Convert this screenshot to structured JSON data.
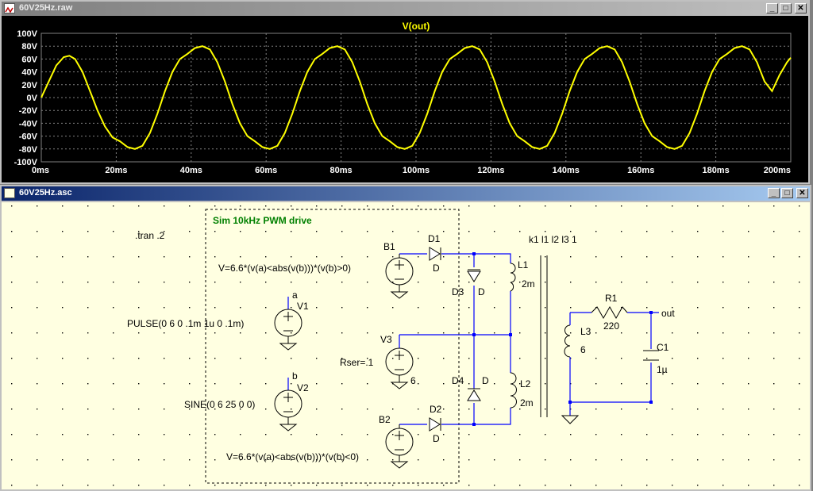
{
  "colors": {
    "trace": "#ffff00",
    "plot_bg": "#000000",
    "axis_text": "#ffffff",
    "schematic_bg": "#ffffe1",
    "wire": "#0000ff",
    "component": "#000000",
    "comment": "#008000"
  },
  "plot_window": {
    "title": "60V25Hz.raw",
    "buttons": {
      "minimize": "_",
      "maximize": "□",
      "close": "✕"
    },
    "trace_label": "V(out)",
    "y_ticks": [
      "100V",
      "80V",
      "60V",
      "40V",
      "20V",
      "0V",
      "-20V",
      "-40V",
      "-60V",
      "-80V",
      "-100V"
    ],
    "x_ticks": [
      "0ms",
      "20ms",
      "40ms",
      "60ms",
      "80ms",
      "100ms",
      "120ms",
      "140ms",
      "160ms",
      "180ms",
      "200ms"
    ]
  },
  "chart_data": {
    "type": "line",
    "ylim": [
      -100,
      100
    ],
    "xlim": [
      0,
      200
    ],
    "grid": true,
    "series": [
      {
        "name": "V(out)",
        "x": [
          0,
          2,
          4,
          6,
          7.5,
          9,
          11,
          13,
          15,
          17,
          19,
          21,
          23,
          25,
          27,
          29,
          31,
          33,
          35,
          37,
          39,
          41,
          43,
          45,
          47,
          49,
          51,
          53,
          55,
          57,
          59,
          61,
          63,
          65,
          67,
          69,
          71,
          73,
          75,
          77,
          79,
          81,
          83,
          85,
          87,
          89,
          91,
          93,
          95,
          97,
          99,
          101,
          103,
          105,
          107,
          109,
          111,
          113,
          115,
          117,
          119,
          121,
          123,
          125,
          127,
          129,
          131,
          133,
          135,
          137,
          139,
          141,
          143,
          145,
          147,
          149,
          151,
          153,
          155,
          157,
          159,
          161,
          163,
          165,
          167,
          169,
          171,
          173,
          175,
          177,
          179,
          181,
          183,
          185,
          187,
          189,
          191,
          193,
          195,
          197,
          199,
          200
        ],
        "y": [
          0,
          25,
          50,
          63,
          65,
          60,
          40,
          10,
          -20,
          -45,
          -62,
          -68,
          -77,
          -80,
          -75,
          -55,
          -25,
          10,
          40,
          60,
          68,
          77,
          80,
          75,
          55,
          25,
          -10,
          -40,
          -60,
          -68,
          -77,
          -80,
          -75,
          -55,
          -25,
          10,
          40,
          60,
          68,
          77,
          80,
          75,
          55,
          25,
          -10,
          -40,
          -60,
          -68,
          -77,
          -80,
          -75,
          -55,
          -25,
          10,
          40,
          60,
          68,
          77,
          80,
          75,
          55,
          25,
          -10,
          -40,
          -60,
          -68,
          -77,
          -80,
          -75,
          -55,
          -25,
          10,
          40,
          60,
          68,
          77,
          80,
          75,
          55,
          25,
          -10,
          -40,
          -60,
          -68,
          -77,
          -80,
          -75,
          -55,
          -25,
          10,
          40,
          60,
          68,
          77,
          80,
          75,
          55,
          25,
          10,
          35,
          55,
          62
        ]
      }
    ]
  },
  "schematic_window": {
    "title": "60V25Hz.asc",
    "buttons": {
      "minimize": "_",
      "maximize": "□",
      "close": "✕"
    },
    "comment": "Sim 10kHz PWM drive",
    "tran": ".tran .2",
    "b1_expr": "V=6.6*(v(a)<abs(v(b)))*(v(b)>0)",
    "b2_expr": "V=6.6*(v(a)<abs(v(b)))*(v(b)<0)",
    "v1_value": "PULSE(0 6 0 .1m 1u 0 .1m)",
    "v2_value": "SINE(0 6 25 0 0)",
    "v3_rser": "Rser=.1",
    "v3_value": "6",
    "coupling": "k1 l1 l2 l3 1",
    "labels": {
      "B1": "B1",
      "B2": "B2",
      "V1": "V1",
      "V2": "V2",
      "V3": "V3",
      "D1": "D1",
      "D2": "D2",
      "D3": "D3",
      "D4": "D4",
      "D": "D",
      "L1": "L1",
      "L2": "L2",
      "L3": "L3",
      "R1": "R1",
      "C1": "C1",
      "l1_val": "2m",
      "l2_val": "2m",
      "l3_val": "6",
      "r1_val": "220",
      "c1_val": "1µ",
      "net_a": "a",
      "net_b": "b",
      "net_out": "out"
    }
  }
}
